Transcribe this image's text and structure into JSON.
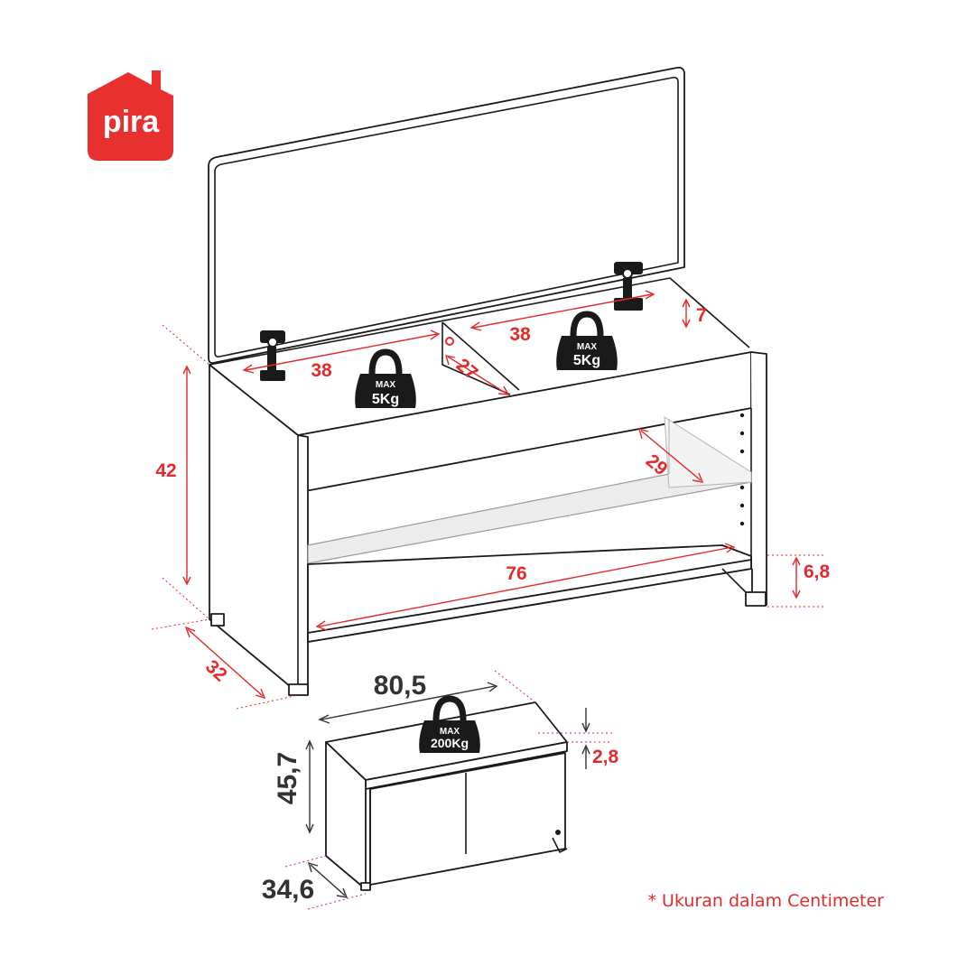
{
  "brand": {
    "name": "pira",
    "color": "#e8302f"
  },
  "colors": {
    "dimension_red": "#e42a2a",
    "dimension_dark": "#333333",
    "line": "#1a1a1a"
  },
  "dimensions": {
    "shelf_width": "76",
    "height": "42",
    "depth": "32",
    "compartment_left_width": "38",
    "compartment_right_width": "38",
    "compartment_depth": "27",
    "compartment_height": "7",
    "shelf_depth": "29",
    "leg_height": "6,8"
  },
  "weights": {
    "max_label": "MAX",
    "compartment_left": "5Kg",
    "compartment_right": "5Kg",
    "bench_top": "200Kg"
  },
  "overview": {
    "width": "80,5",
    "height": "45,7",
    "depth": "34,6",
    "top_thickness": "2,8"
  },
  "note": "* Ukuran dalam Centimeter"
}
